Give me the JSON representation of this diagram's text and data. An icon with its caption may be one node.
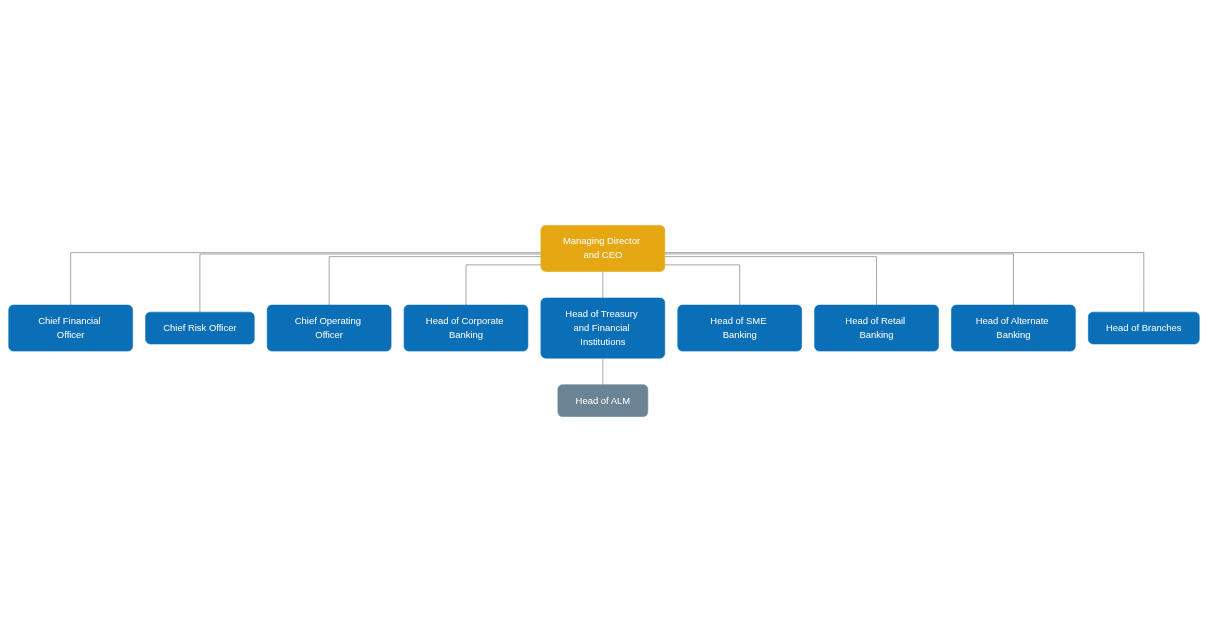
{
  "diagram": {
    "nodes": [
      {
        "text": [
          "Managing Director and CEO"
        ]
      },
      {
        "text": [
          "Chief Financial Officer"
        ]
      },
      {
        "text": [
          "Chief Risk Officer"
        ]
      },
      {
        "text": [
          "Chief Operating Officer"
        ]
      },
      {
        "text": [
          "Head of Corporate Banking"
        ]
      },
      {
        "text": [
          "Head of Treasury and Financial Institutions"
        ]
      },
      {
        "text": [
          "Head of SME Banking"
        ]
      },
      {
        "text": [
          "Head of Retail Banking"
        ]
      },
      {
        "text": [
          "Head of Alternate Banking"
        ]
      },
      {
        "text": [
          "Head of Branches"
        ]
      },
      {
        "text": [
          "Head of ALM"
        ]
      }
    ],
    "edges": [
      {
        "from": 0,
        "to": 1,
        "arrow": "none"
      },
      {
        "from": 0,
        "to": 2,
        "arrow": "none"
      },
      {
        "from": 0,
        "to": 3,
        "arrow": "none"
      },
      {
        "from": 0,
        "to": 4,
        "arrow": "none"
      },
      {
        "from": 0,
        "to": 5,
        "arrow": "none"
      },
      {
        "from": 0,
        "to": 6,
        "arrow": "none"
      },
      {
        "from": 0,
        "to": 7,
        "arrow": "none"
      },
      {
        "from": 0,
        "to": 8,
        "arrow": "none"
      },
      {
        "from": 0,
        "to": 9,
        "arrow": "none"
      },
      {
        "from": 5,
        "to": 10,
        "arrow": "none"
      }
    ]
  }
}
